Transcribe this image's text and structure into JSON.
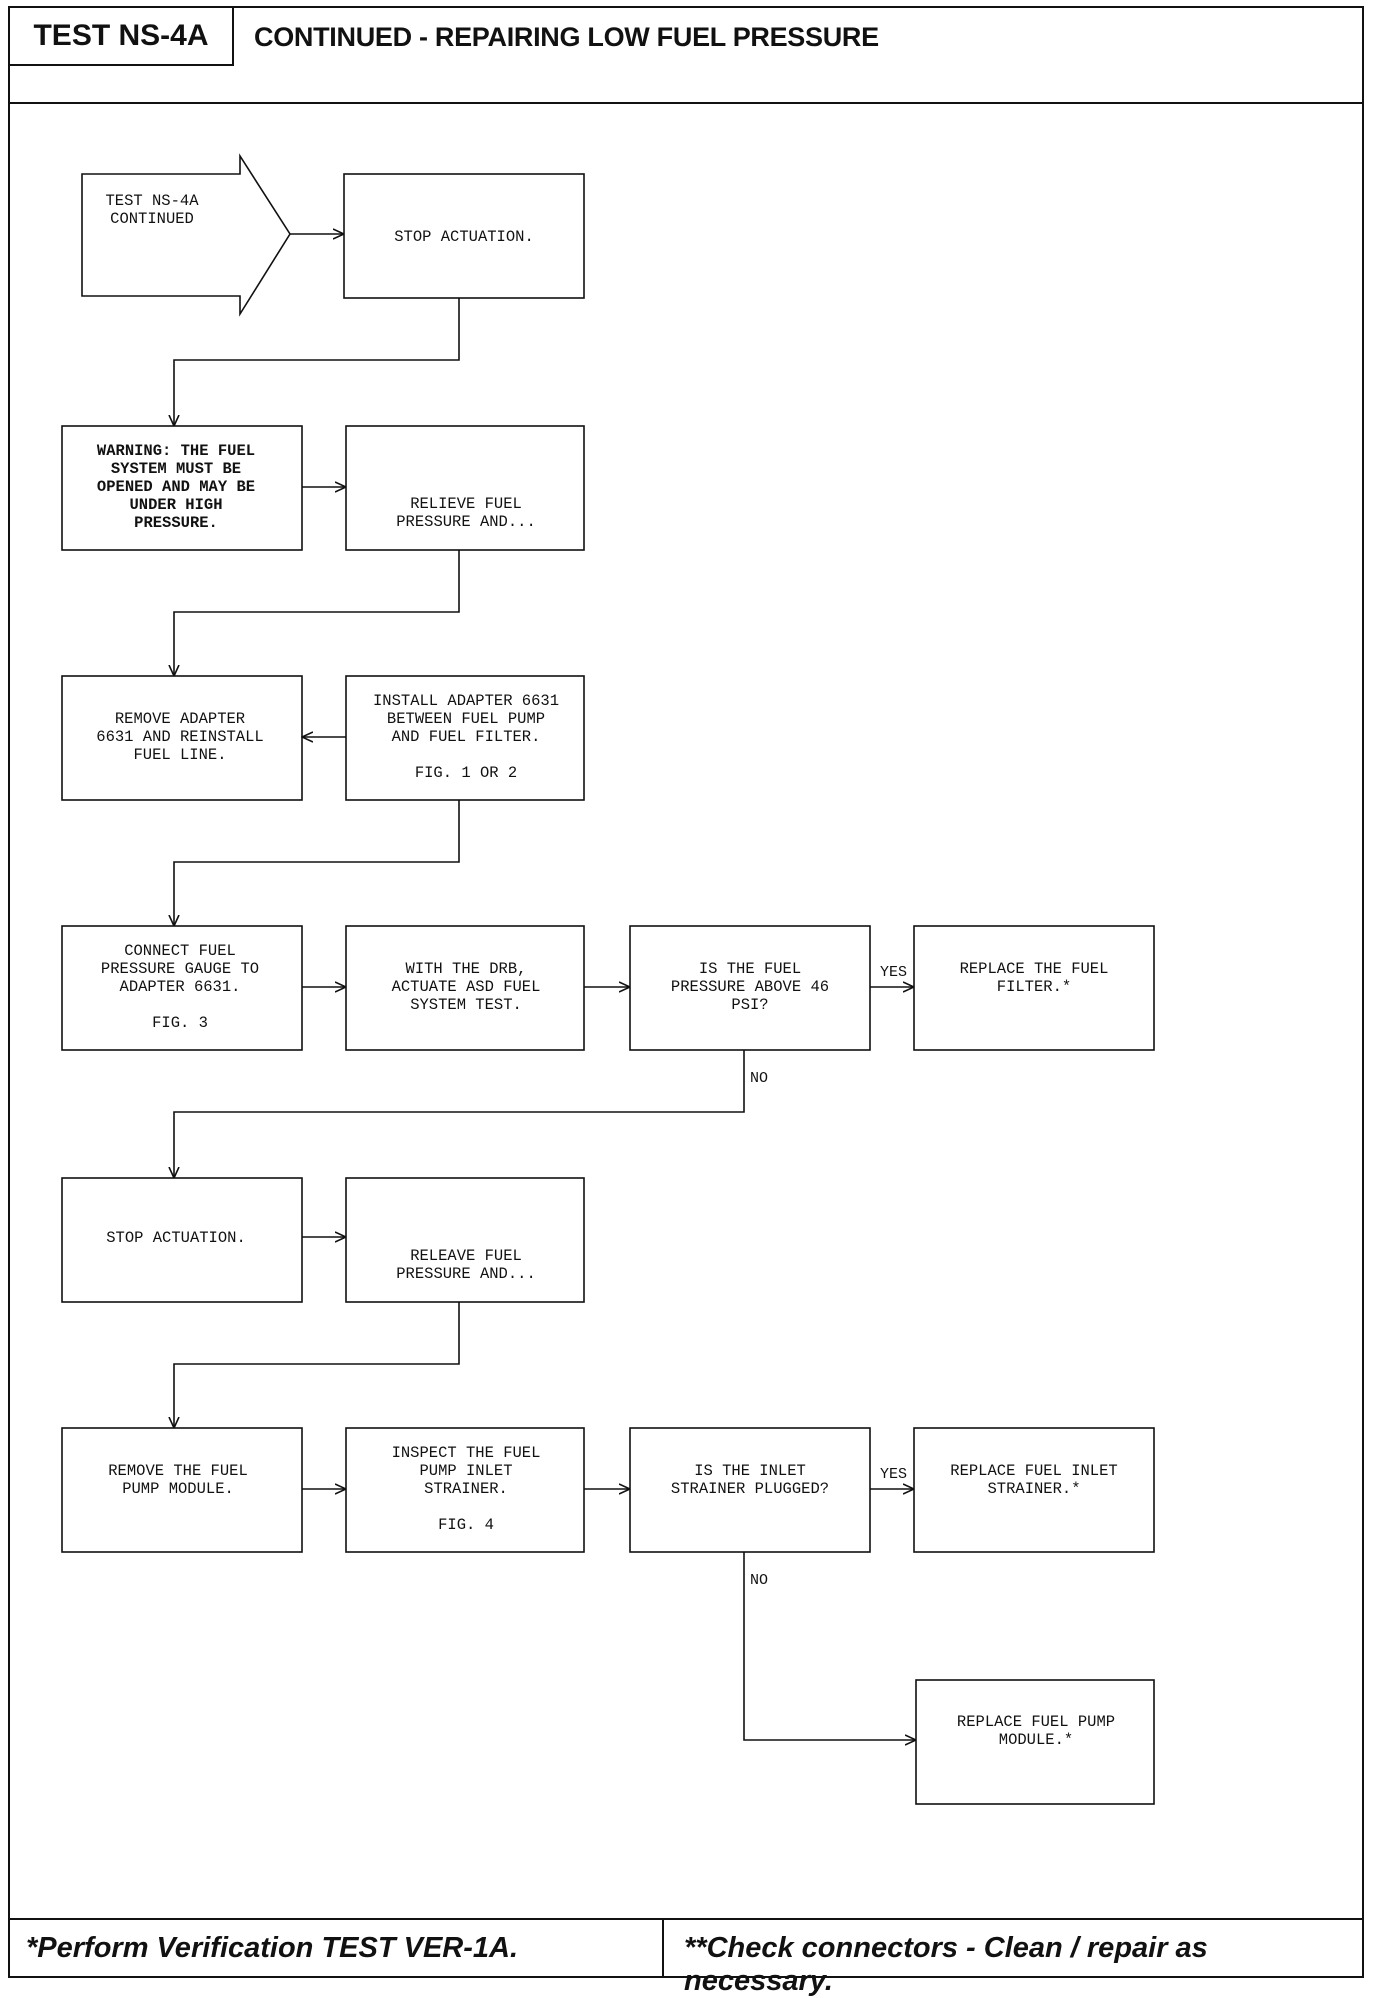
{
  "header": {
    "test_id": "TEST NS-4A",
    "title": "CONTINUED - REPAIRING LOW FUEL PRESSURE"
  },
  "footer": {
    "left_note": "*Perform Verification TEST VER-1A.",
    "right_note": "**Check connectors - Clean / repair as necessary."
  },
  "flow": {
    "start": {
      "lines": [
        "TEST NS-4A",
        "CONTINUED"
      ]
    },
    "stop_actuation_1": {
      "lines": [
        "STOP ACTUATION."
      ]
    },
    "warning": {
      "lines": [
        "WARNING: THE FUEL",
        "SYSTEM MUST BE",
        "OPENED AND MAY BE",
        "UNDER HIGH",
        "PRESSURE."
      ]
    },
    "relieve_fuel_1": {
      "lines": [
        "RELIEVE FUEL",
        "PRESSURE AND..."
      ]
    },
    "remove_adapter": {
      "lines": [
        "REMOVE ADAPTER",
        "6631 AND REINSTALL",
        "FUEL LINE."
      ]
    },
    "install_adapter": {
      "lines": [
        "INSTALL ADAPTER 6631",
        "BETWEEN FUEL PUMP",
        "AND FUEL FILTER.",
        "",
        "FIG. 1 OR 2"
      ]
    },
    "connect_gauge": {
      "lines": [
        "CONNECT FUEL",
        "PRESSURE GAUGE TO",
        "ADAPTER 6631.",
        "",
        "FIG. 3"
      ]
    },
    "actuate_asd": {
      "lines": [
        "WITH THE DRB,",
        "ACTUATE ASD FUEL",
        "SYSTEM TEST."
      ]
    },
    "pressure_question": {
      "lines": [
        "IS THE FUEL",
        "PRESSURE ABOVE 46",
        "PSI?"
      ]
    },
    "replace_filter": {
      "lines": [
        "REPLACE THE FUEL",
        "FILTER.*"
      ]
    },
    "stop_actuation_2": {
      "lines": [
        "STOP ACTUATION."
      ]
    },
    "releave_fuel_2": {
      "lines": [
        "RELEAVE FUEL",
        "PRESSURE AND..."
      ]
    },
    "remove_pump": {
      "lines": [
        "REMOVE THE FUEL",
        "PUMP MODULE."
      ]
    },
    "inspect_strainer": {
      "lines": [
        "INSPECT THE FUEL",
        "PUMP INLET",
        "STRAINER.",
        "",
        "FIG. 4"
      ]
    },
    "strainer_question": {
      "lines": [
        "IS THE INLET",
        "STRAINER PLUGGED?"
      ]
    },
    "replace_strainer": {
      "lines": [
        "REPLACE FUEL INLET",
        "STRAINER.*"
      ]
    },
    "replace_pump": {
      "lines": [
        "REPLACE FUEL PUMP",
        "MODULE.*"
      ]
    },
    "labels": {
      "yes_1": "YES",
      "no_1": "NO",
      "yes_2": "YES",
      "no_2": "NO"
    }
  }
}
